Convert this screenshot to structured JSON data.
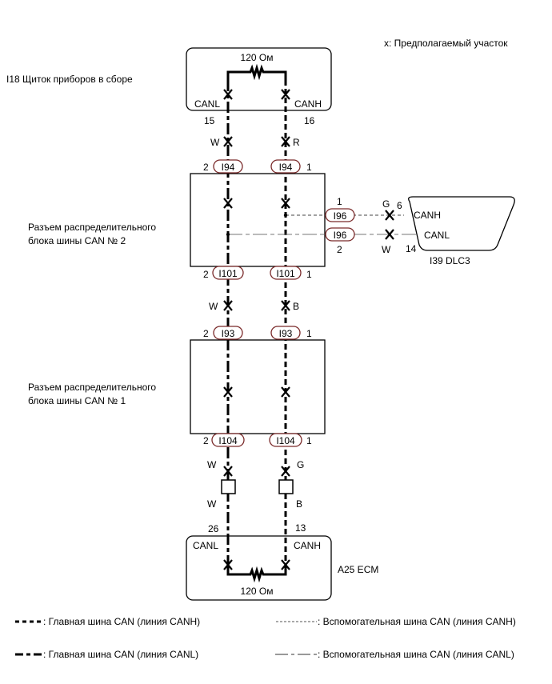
{
  "legend_note": "x: Предполагаемый участок",
  "meter": {
    "label": "I18  Щиток приборов в сборе",
    "resistor": "120 Ом",
    "canl": "CANL",
    "canh": "CANH",
    "pin_l": "15",
    "pin_h": "16",
    "wire_l": "W",
    "wire_h": "R"
  },
  "jb2": {
    "line1": "Разъем распределительного",
    "line2": "блока шины CAN № 2",
    "top_conn": "I94",
    "bottom_conn": "I101",
    "side_conn": "I96",
    "pin2": "2",
    "pin1": "1"
  },
  "dlc": {
    "label": "I39   DLC3",
    "canh": "CANH",
    "canl": "CANL",
    "pin_h": "6",
    "pin_l": "14",
    "wire_h": "G",
    "wire_l": "W"
  },
  "between": {
    "wire_l": "W",
    "wire_h": "B"
  },
  "jb1": {
    "line1": "Разъем распределительного",
    "line2": "блока шины CAN № 1",
    "top_conn": "I93",
    "bottom_conn": "I104",
    "pin2": "2",
    "pin1": "1"
  },
  "lower": {
    "wire_l1": "W",
    "wire_h1": "G",
    "wire_l2": "W",
    "wire_h2": "B"
  },
  "ecm": {
    "label": "A25 ECM",
    "resistor": "120 Ом",
    "canl": "CANL",
    "canh": "CANH",
    "pin_l": "26",
    "pin_h": "13"
  },
  "legend": {
    "main_canh": ": Главная шина CAN (линия CANH)",
    "main_canl": ": Главная шина CAN (линия CANL)",
    "sub_canh": ": Вспомогательная шина CAN (линия CANH)",
    "sub_canl": ": Вспомогательная шина CAN (линия CANL)"
  }
}
